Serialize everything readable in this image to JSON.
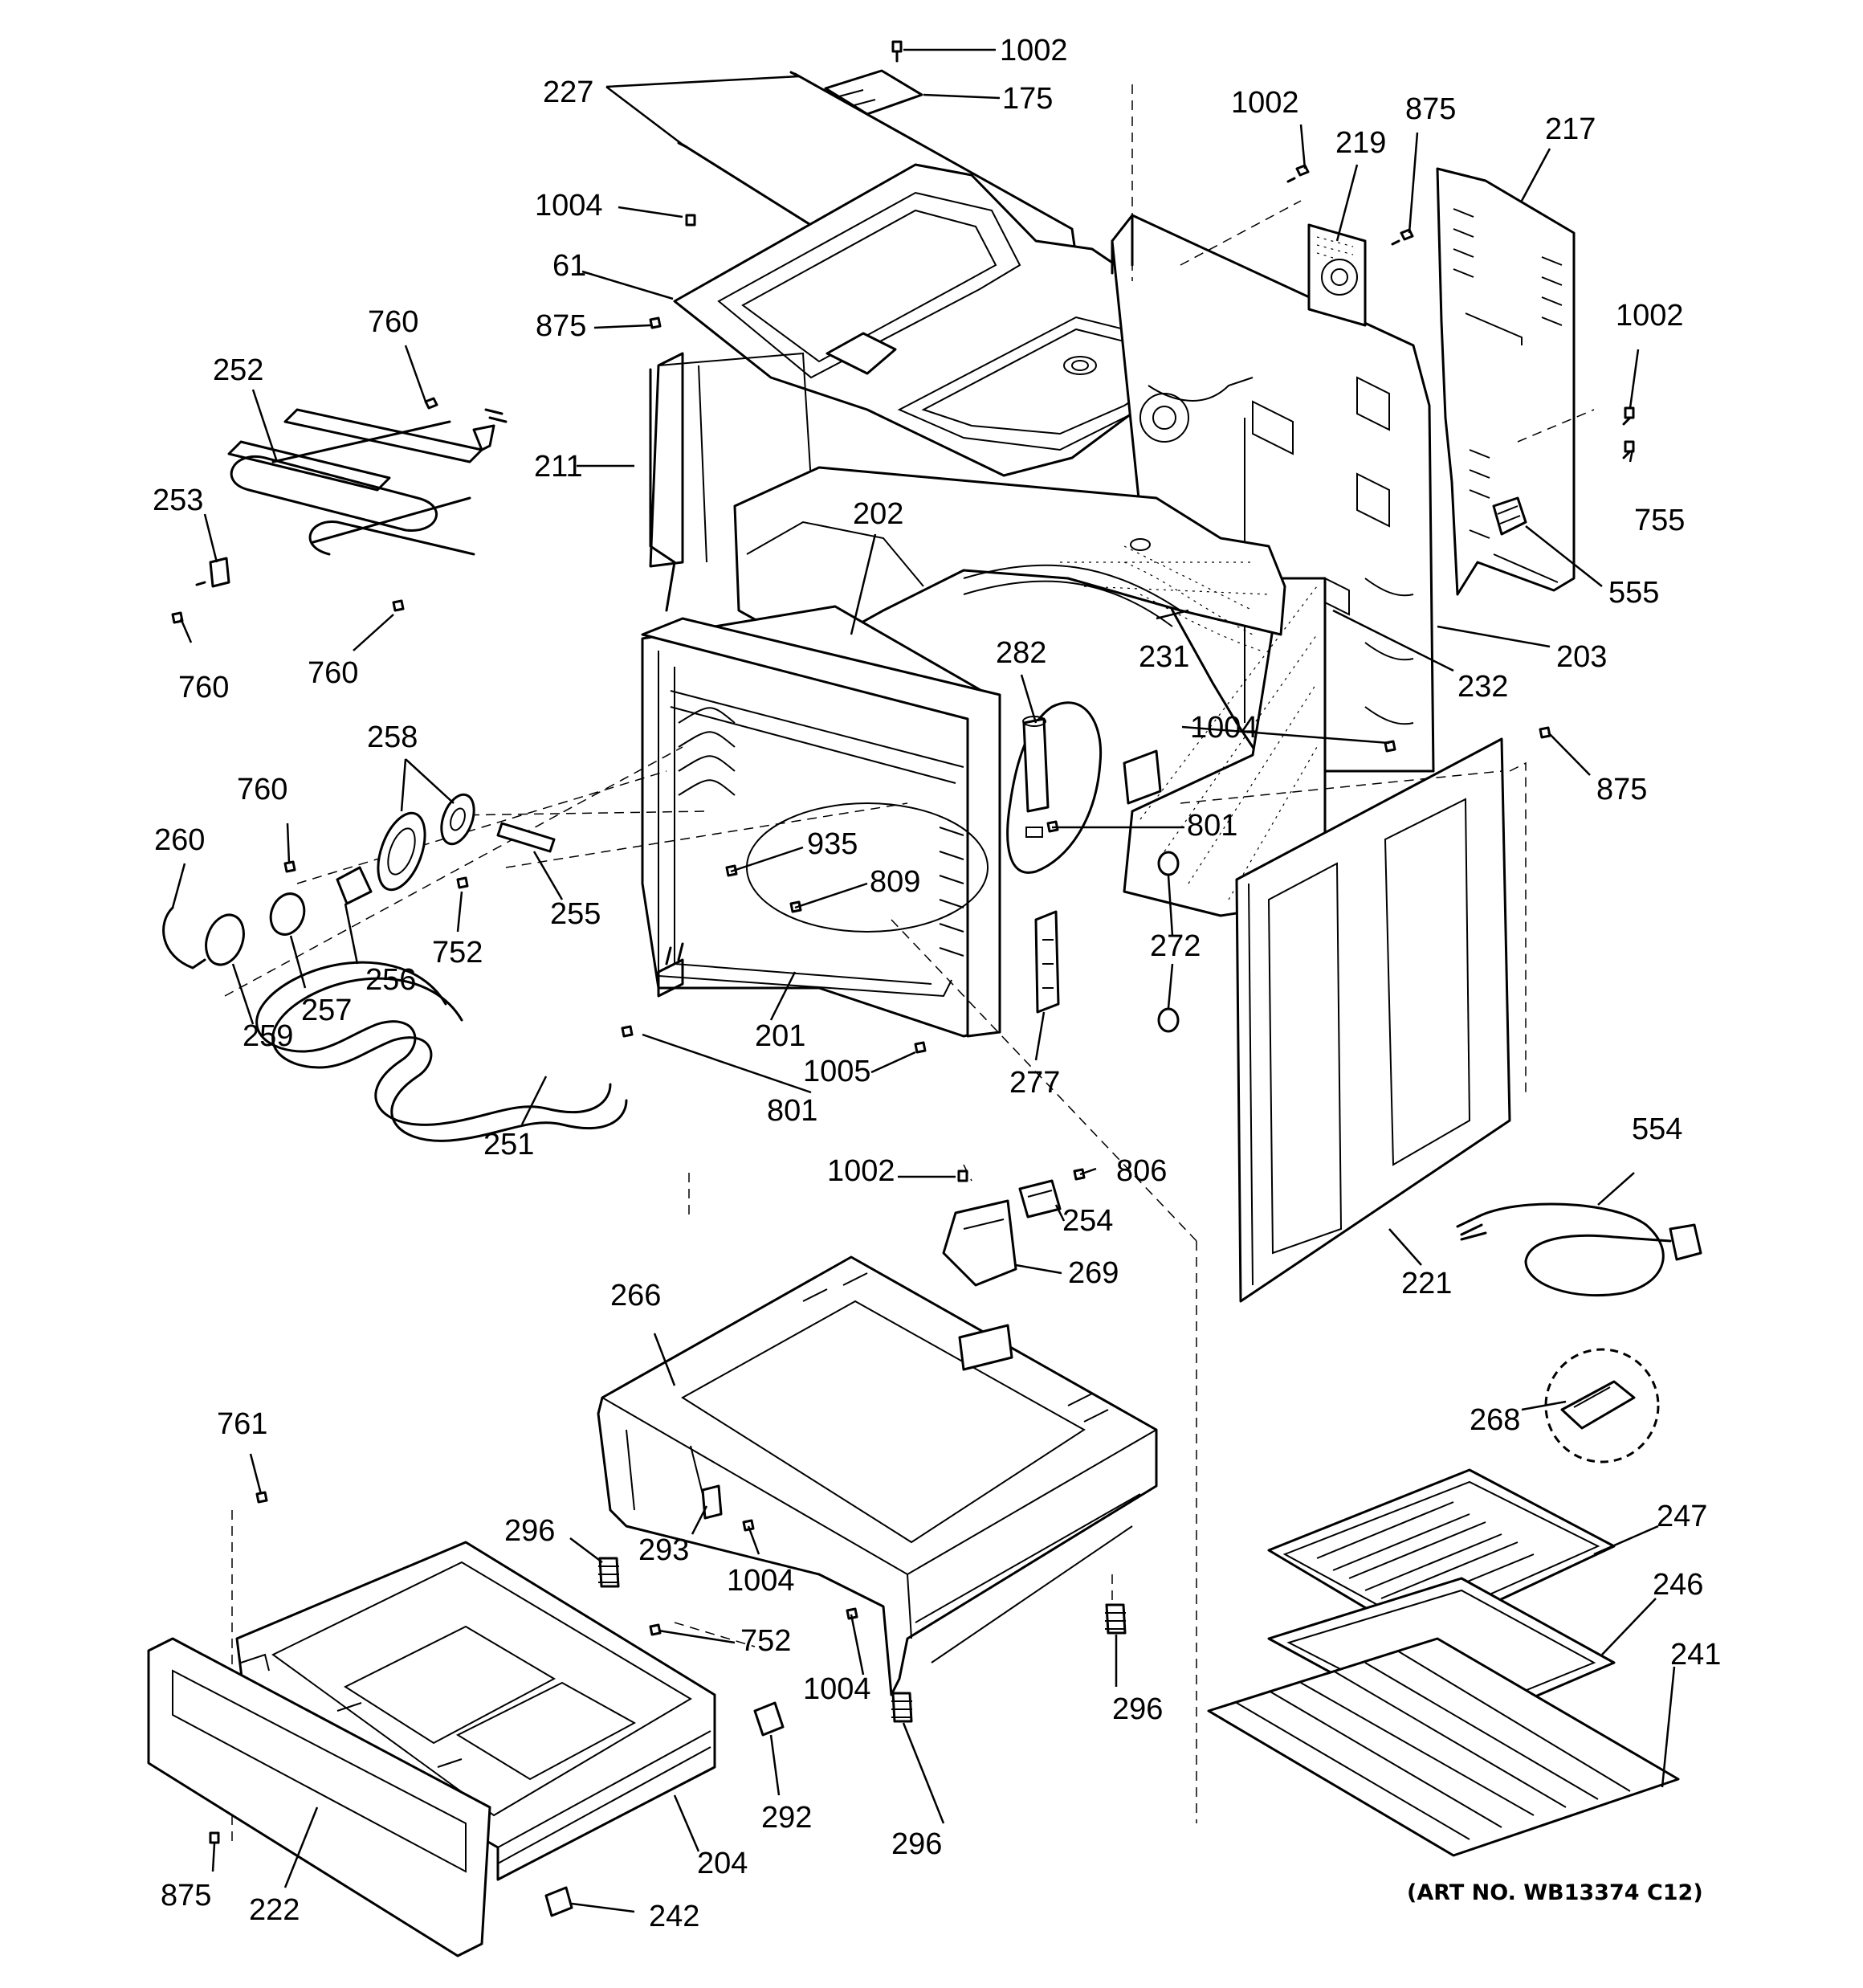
{
  "diagram": {
    "art_number": "(ART NO. WB13374 C12)",
    "callouts": {
      "c1002a": "1002",
      "c1002b": "1002",
      "c1002c": "1002",
      "c1002d": "1002",
      "c227": "227",
      "c175": "175",
      "c875a": "875",
      "c219": "219",
      "c217": "217",
      "c1004a": "1004",
      "c61": "61",
      "c875b": "875",
      "c760a": "760",
      "c252": "252",
      "c211": "211",
      "c755": "755",
      "c253": "253",
      "c202": "202",
      "c555": "555",
      "c231": "231",
      "c203": "203",
      "c232": "232",
      "c760b": "760",
      "c760c": "760",
      "c282": "282",
      "c258": "258",
      "c1004b": "1004",
      "c875c": "875",
      "c760d": "760",
      "c801a": "801",
      "c260": "260",
      "c935": "935",
      "c809": "809",
      "c255": "255",
      "c272": "272",
      "c752a": "752",
      "c256": "256",
      "c257": "257",
      "c259": "259",
      "c201": "201",
      "c1005": "1005",
      "c277": "277",
      "c801b": "801",
      "c251": "251",
      "c554": "554",
      "c806": "806",
      "c254": "254",
      "c269": "269",
      "c266": "266",
      "c221": "221",
      "c268": "268",
      "c761": "761",
      "c247": "247",
      "c296a": "296",
      "c293": "293",
      "c1004c": "1004",
      "c246": "246",
      "c752b": "752",
      "c241": "241",
      "c1004d": "1004",
      "c296b": "296",
      "c292": "292",
      "c296c": "296",
      "c204": "204",
      "c875d": "875",
      "c222": "222",
      "c242": "242"
    }
  }
}
